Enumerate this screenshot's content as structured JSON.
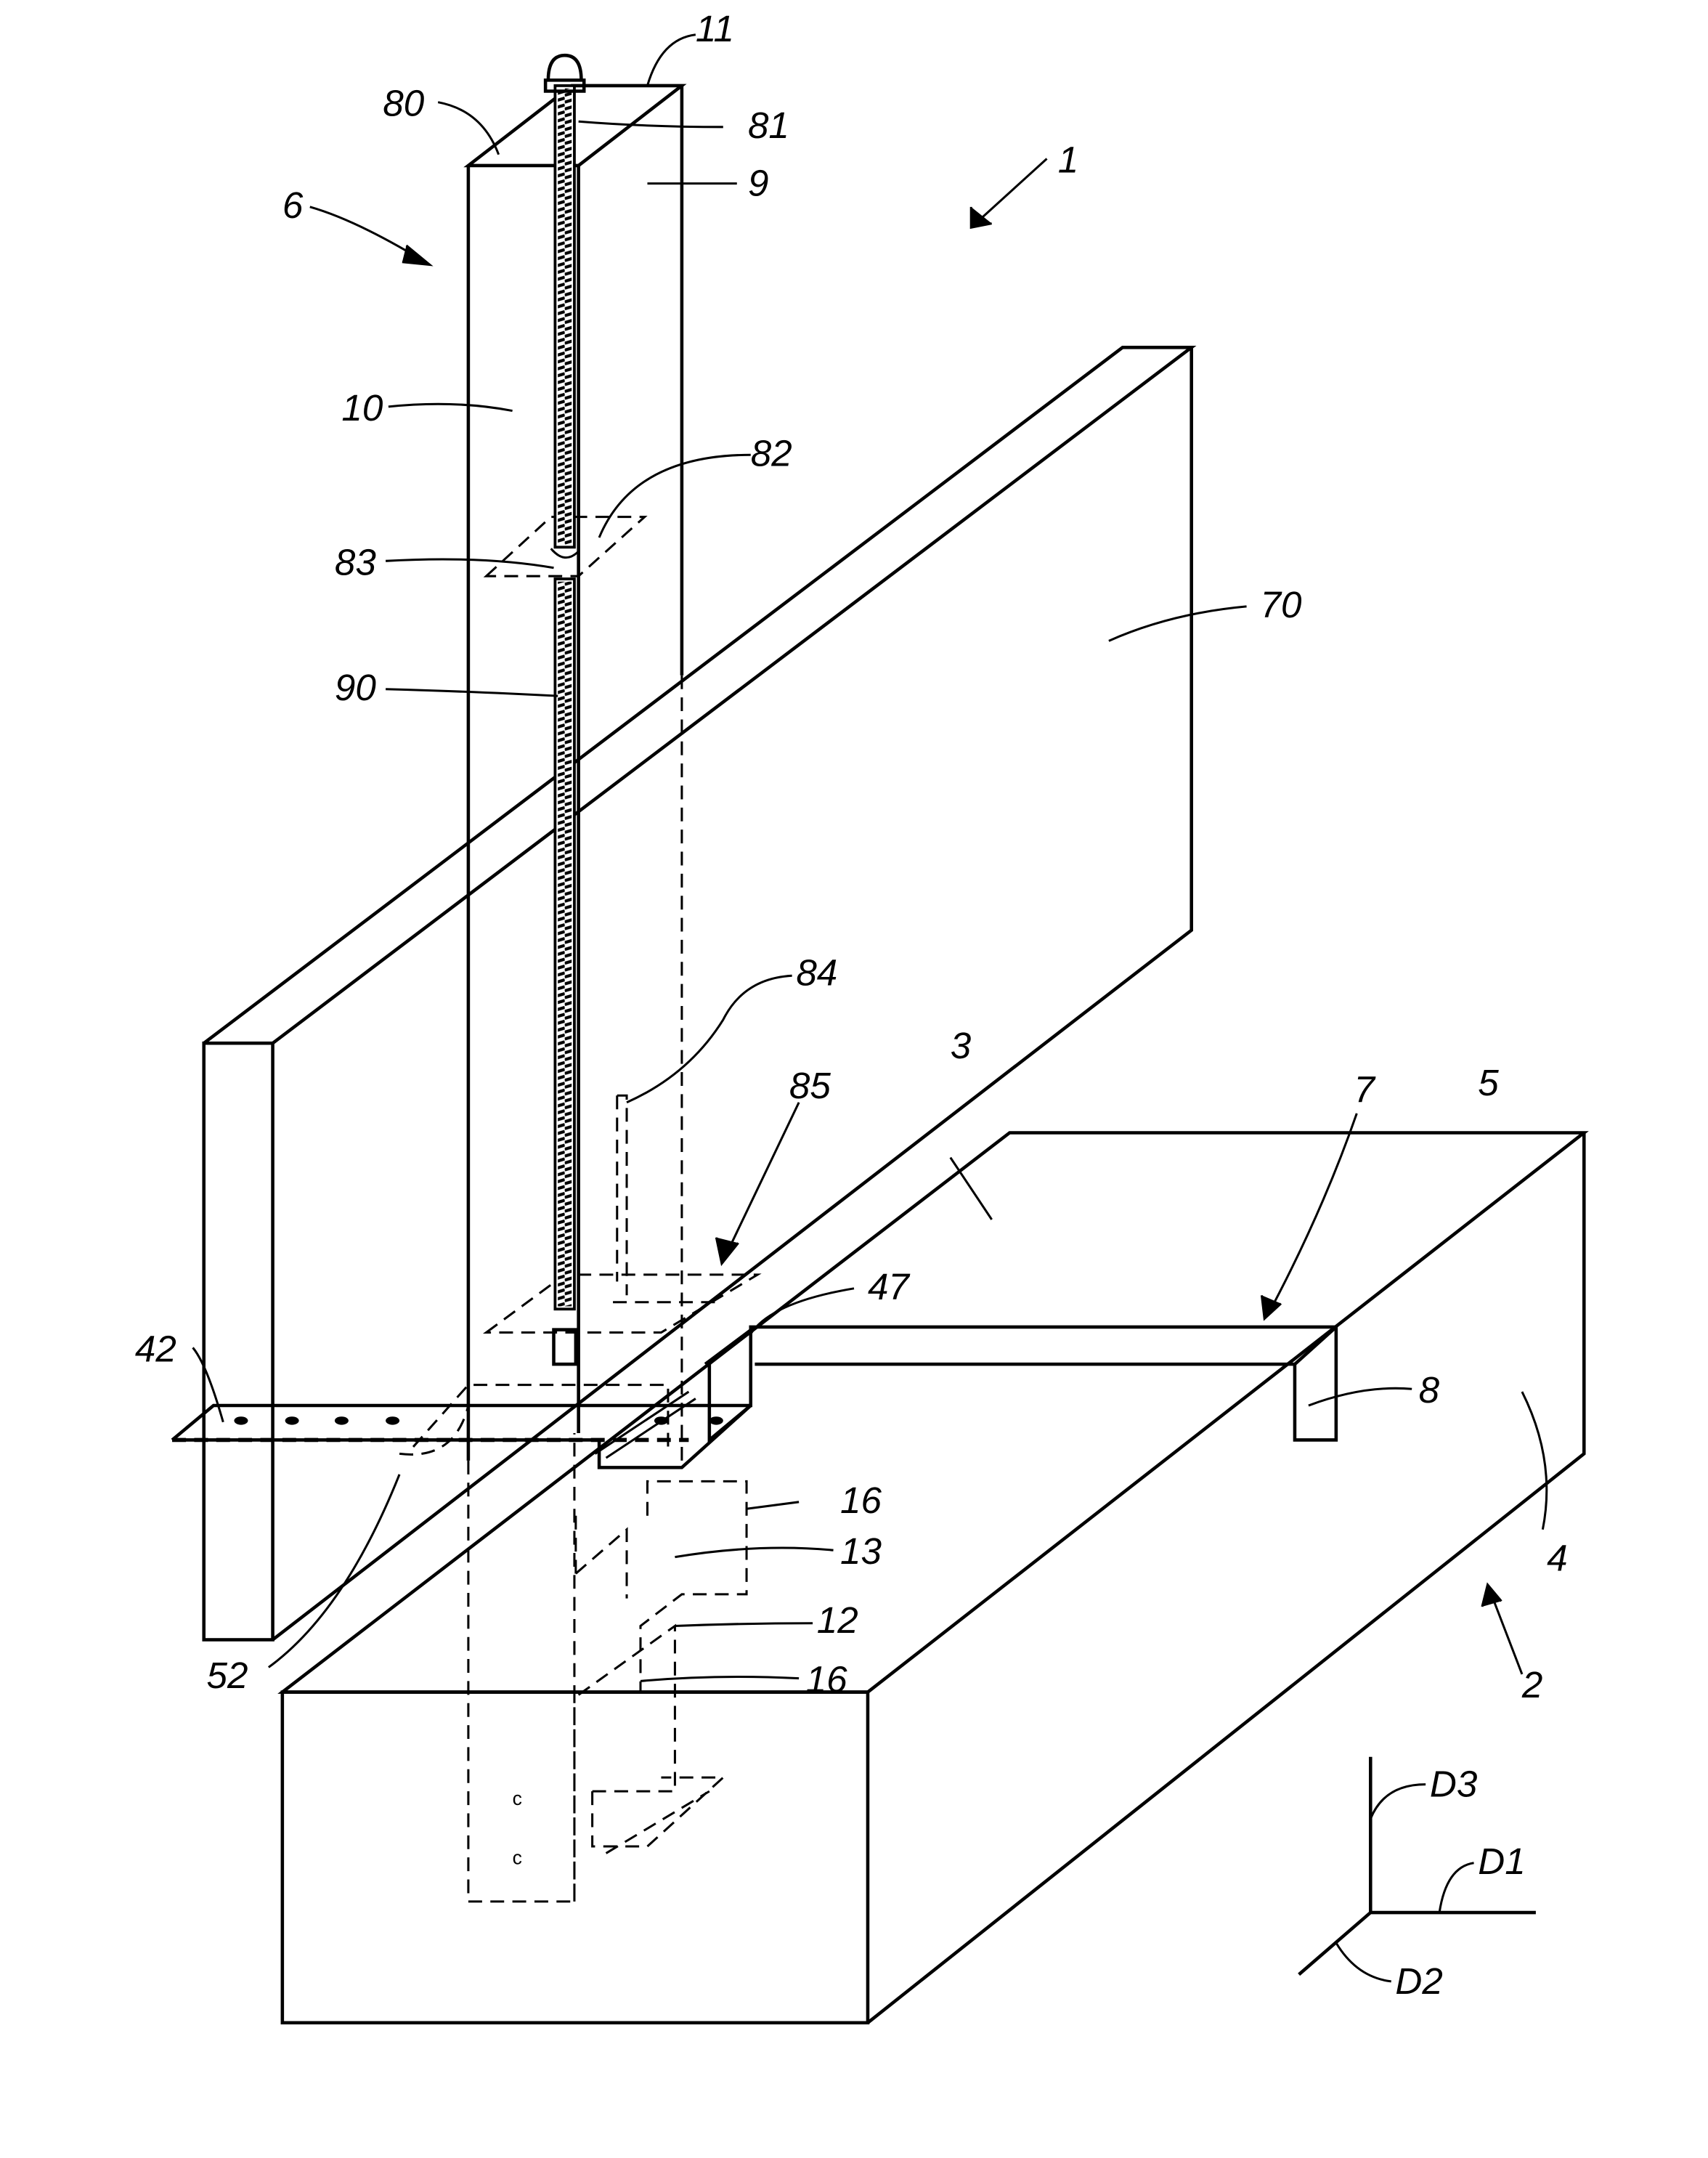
{
  "figure": {
    "labels": {
      "l1": "1",
      "l2": "2",
      "l3": "3",
      "l4": "4",
      "l5": "5",
      "l6": "6",
      "l7": "7",
      "l8": "8",
      "l9": "9",
      "l10": "10",
      "l11": "11",
      "l12": "12",
      "l13": "13",
      "l16a": "16",
      "l16b": "16",
      "l42": "42",
      "l47": "47",
      "l52": "52",
      "l70": "70",
      "l80": "80",
      "l81": "81",
      "l82": "82",
      "l83": "83",
      "l84": "84",
      "l85": "85",
      "l90": "90",
      "d1": "D1",
      "d2": "D2",
      "d3": "D3"
    }
  }
}
